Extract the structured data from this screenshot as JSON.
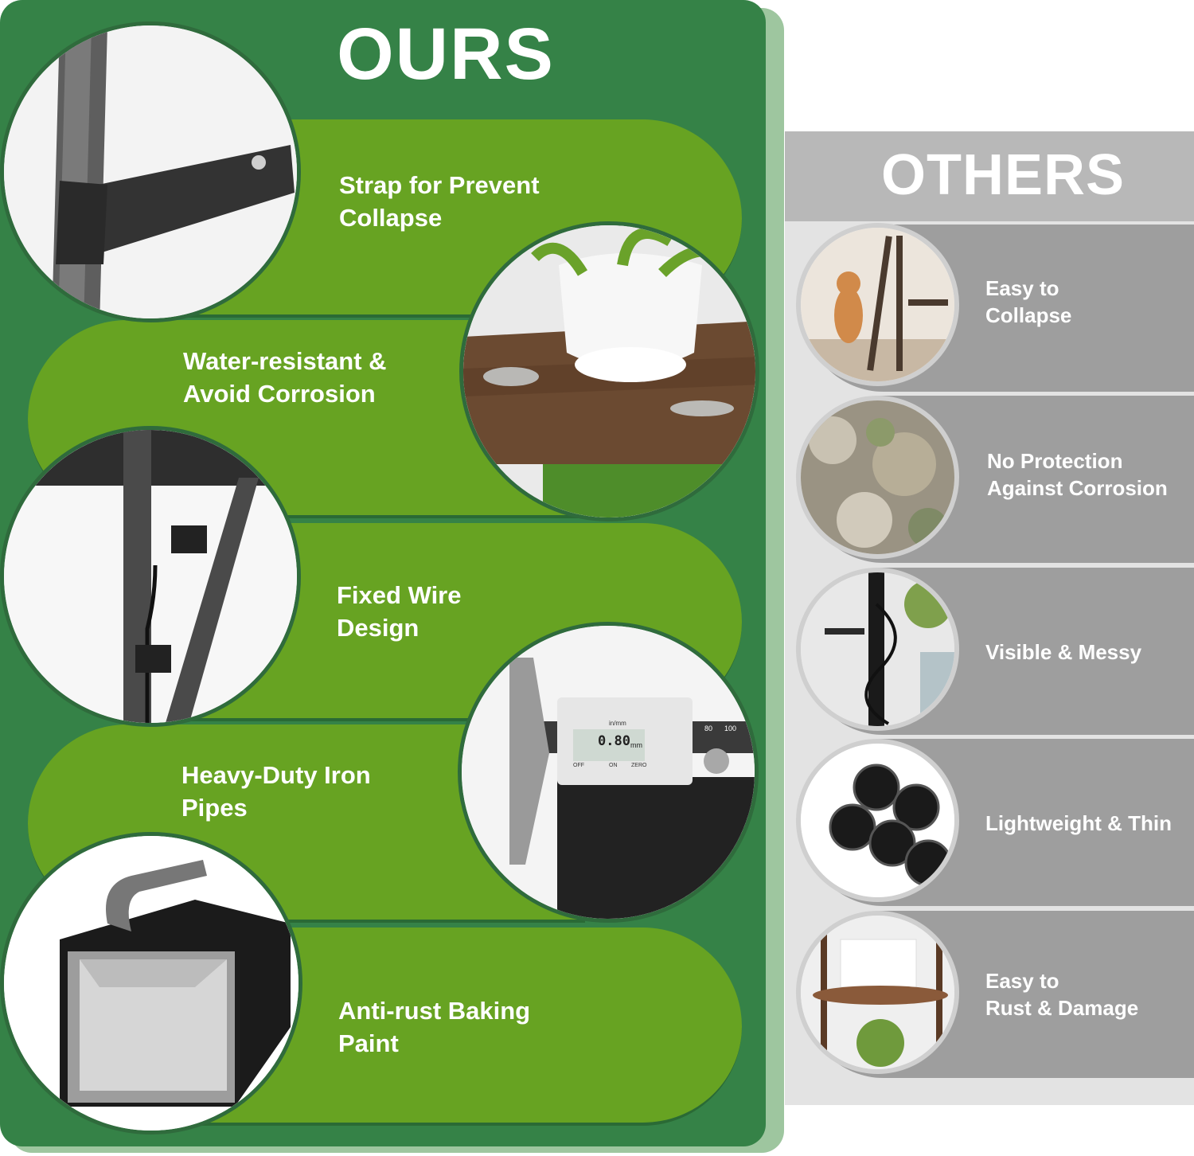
{
  "ours": {
    "title": "OURS",
    "features": [
      {
        "label": "Strap for Prevent\nCollapse"
      },
      {
        "label": "Water-resistant &\nAvoid Corrosion"
      },
      {
        "label": "Fixed Wire\nDesign"
      },
      {
        "label": "Heavy-Duty Iron\nPipes"
      },
      {
        "label": "Anti-rust Baking\nPaint"
      }
    ],
    "caliper": {
      "reading": "0.80",
      "unit": "mm",
      "units_label": "in/mm",
      "off": "OFF",
      "on": "ON",
      "zero": "ZERO",
      "scale": [
        "80",
        "100"
      ]
    }
  },
  "others": {
    "title": "OTHERS",
    "items": [
      {
        "label": "Easy to\nCollapse"
      },
      {
        "label": "No Protection\nAgainst Corrosion"
      },
      {
        "label": "Visible & Messy"
      },
      {
        "label": "Lightweight & Thin"
      },
      {
        "label": "Easy to\nRust & Damage"
      }
    ]
  },
  "colors": {
    "ours_dark_green": "#358247",
    "ours_light_green": "#67a322",
    "others_gray": "#9e9e9e",
    "others_light": "#e3e3e3"
  }
}
